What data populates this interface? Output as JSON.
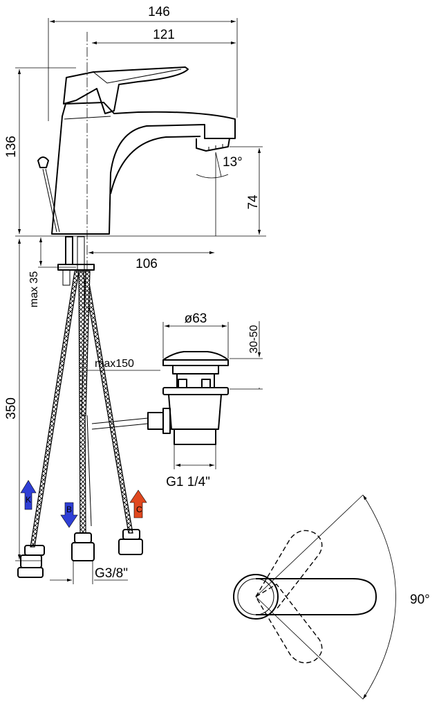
{
  "dimensions": {
    "total_length": "146",
    "spout_reach": "121",
    "body_height": "136",
    "spout_height": "74",
    "spout_angle": "13°",
    "base_to_spout": "106",
    "mount_thickness": "max 35",
    "hose_length": "350",
    "lift_rod_length": "max150",
    "waste_diameter": "ø63",
    "waste_adjust": "30-50",
    "waste_thread": "G1 1/4\"",
    "hose_thread": "G3/8\"",
    "handle_rotation": "90°"
  },
  "supply_arrows": [
    {
      "letter": "K",
      "color": "#2f3fd6",
      "direction": "up"
    },
    {
      "letter": "B",
      "color": "#2f3fd6",
      "direction": "down"
    },
    {
      "letter": "C",
      "color": "#e0481f",
      "direction": "up"
    }
  ]
}
